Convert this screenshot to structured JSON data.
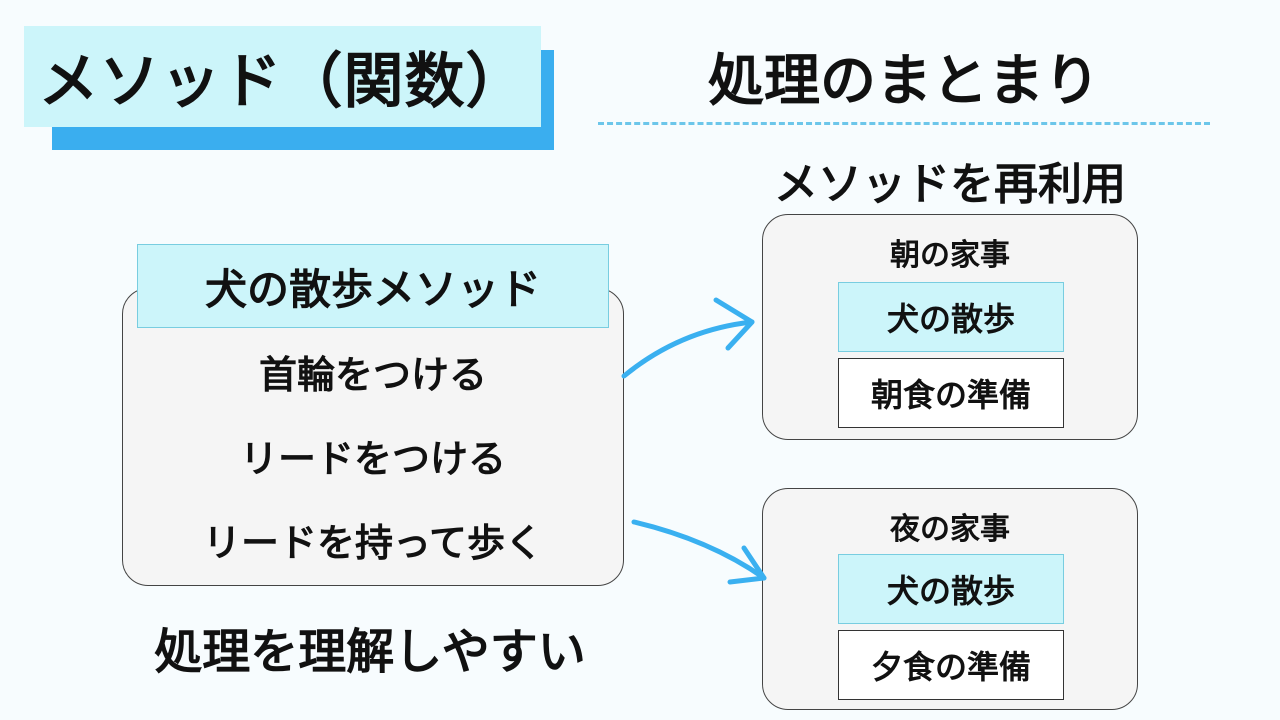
{
  "title": "メソッド（関数）",
  "subtitle": "処理のまとまり",
  "reuse_label": "メソッドを再利用",
  "method": {
    "name": "犬の散歩メソッド",
    "steps": [
      "首輪をつける",
      "リードをつける",
      "リードを持って歩く"
    ]
  },
  "footer_note": "処理を理解しやすい",
  "cards": [
    {
      "title": "朝の家事",
      "calls": [
        "犬の散歩",
        "朝食の準備"
      ]
    },
    {
      "title": "夜の家事",
      "calls": [
        "犬の散歩",
        "夕食の準備"
      ]
    }
  ],
  "colors": {
    "accent_light": "#ccf5fa",
    "accent": "#3aaeef",
    "arrow": "#3ab0f0",
    "panel": "#f5f5f5"
  }
}
